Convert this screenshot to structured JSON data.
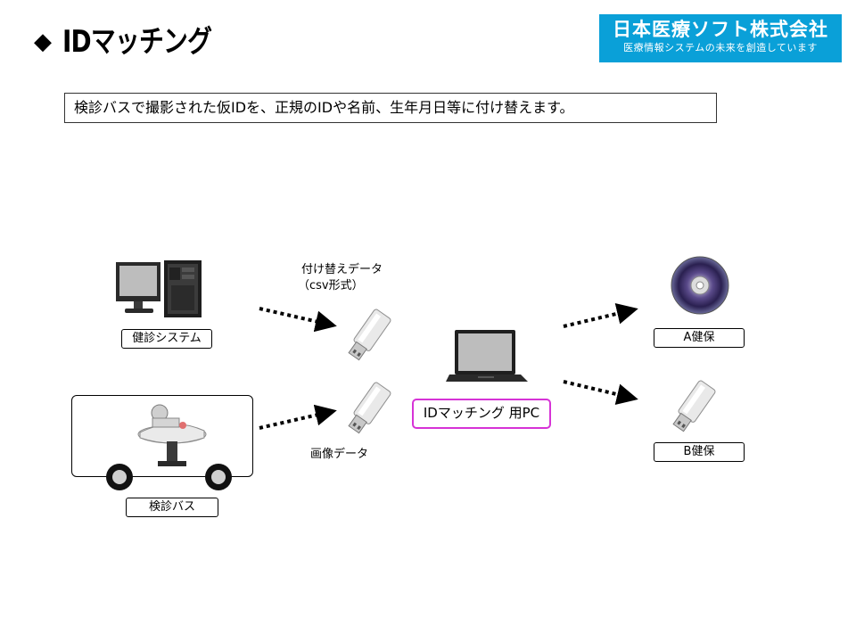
{
  "title": {
    "marker": "◆",
    "text": "IDマッチング"
  },
  "logo": {
    "name": "日本医療ソフト株式会社",
    "tagline": "医療情報システムの未来を創造しています"
  },
  "description": "検診バスで撮影された仮IDを、正規のIDや名前、生年月日等に付け替えます。",
  "nodes": {
    "health_system": "健診システム",
    "exam_bus": "検診バス",
    "matching_pc": "IDマッチング 用PC",
    "insurer_a": "A健保",
    "insurer_b": "B健保"
  },
  "flows": {
    "replacement_data_line1": "付け替えデータ",
    "replacement_data_line2": "（csv形式）",
    "image_data": "画像データ"
  },
  "colors": {
    "logo_bg": "#0aa0d8",
    "pc_border": "#d633d6"
  }
}
